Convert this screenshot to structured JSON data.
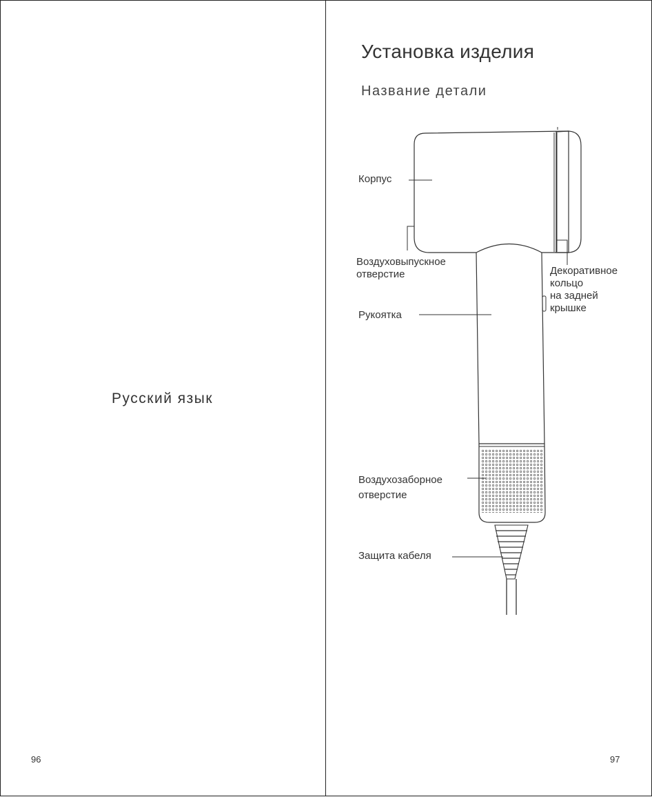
{
  "left_page": {
    "language_title": "Русский язык",
    "page_number": "96"
  },
  "right_page": {
    "heading": "Установка изделия",
    "subheading": "Название детали",
    "page_number": "97",
    "parts": {
      "body": "Корпус",
      "air_outlet_line1": "Воздуховыпускное",
      "air_outlet_line2": "отверстие",
      "handle": "Рукоятка",
      "ring_line1": "Декоративное",
      "ring_line2": "кольцо",
      "ring_line3": "на задней",
      "ring_line4": "крышке",
      "air_inlet_line1": "Воздухозаборное",
      "air_inlet_line2": "отверстие",
      "cable_guard": "Защита кабеля"
    }
  }
}
